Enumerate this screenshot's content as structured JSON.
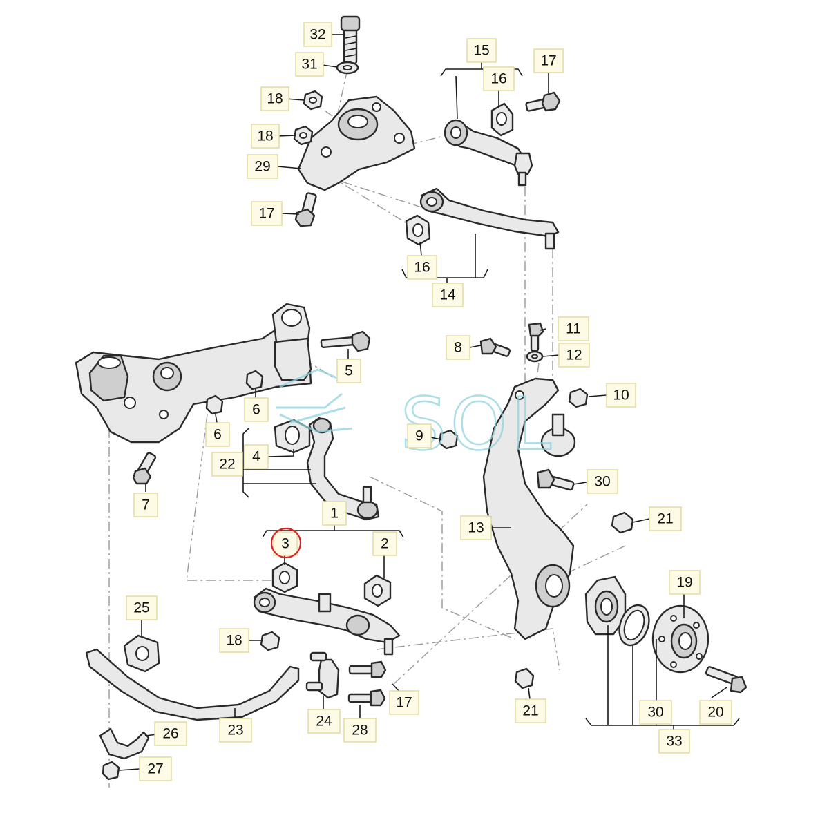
{
  "watermark": {
    "text": "SOL",
    "color": "#8fd3dd"
  },
  "highlight": {
    "color": "#e02020",
    "target": "3"
  },
  "labels": {
    "p32": "32",
    "p31": "31",
    "p18a": "18",
    "p18b": "18",
    "p29": "29",
    "p17a": "17",
    "p15": "15",
    "p16a": "16",
    "p17b": "17",
    "p16b": "16",
    "p14": "14",
    "p11": "11",
    "p8": "8",
    "p12": "12",
    "p5": "5",
    "p10": "10",
    "p6a": "6",
    "p6b": "6",
    "p9": "9",
    "p4": "4",
    "p22": "22",
    "p30a": "30",
    "p7": "7",
    "p1": "1",
    "p21a": "21",
    "p13": "13",
    "p3": "3",
    "p2": "2",
    "p19": "19",
    "p25": "25",
    "p18c": "18",
    "p17c": "17",
    "p21b": "21",
    "p26": "26",
    "p23": "23",
    "p24": "24",
    "p28": "28",
    "p30b": "30",
    "p20": "20",
    "p33": "33",
    "p27": "27"
  }
}
